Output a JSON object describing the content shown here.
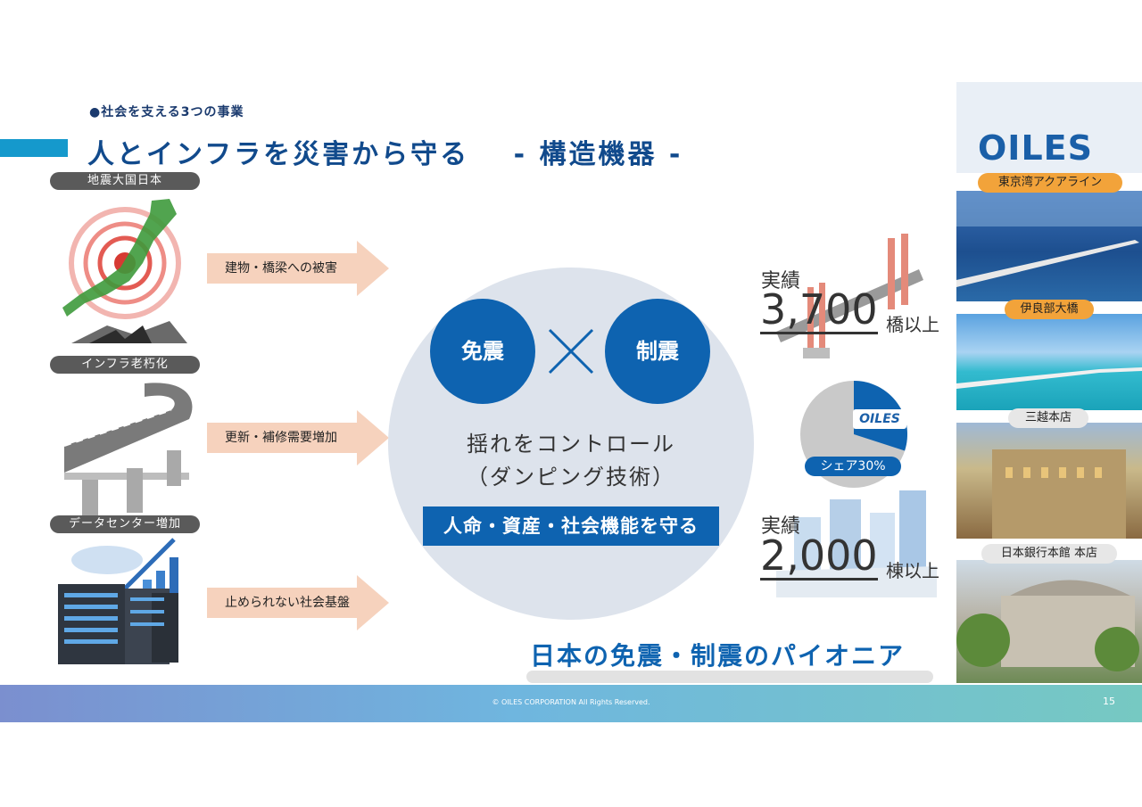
{
  "header": {
    "section": "●社会を支える3つの事業",
    "title": "人とインフラを災害から守る",
    "subtitle": "- 構造機器 -"
  },
  "left": {
    "pills": [
      "地震大国日本",
      "インフラ老朽化",
      "データセンター増加"
    ],
    "arrows": [
      "建物・橋梁への被害",
      "更新・補修需要増加",
      "止められない社会基盤"
    ]
  },
  "center": {
    "left_circle": "免震",
    "right_circle": "制震",
    "line1": "揺れをコントロール",
    "line2": "（ダンピング技術）",
    "banner": "人命・資産・社会機能を守る"
  },
  "stats": {
    "bridges": {
      "label": "実績",
      "value": "3,700",
      "unit": "橋以上"
    },
    "buildings": {
      "label": "実績",
      "value": "2,000",
      "unit": "棟以上"
    },
    "share_label": "シェア30%",
    "share_percent": 30,
    "share_logo": "OILES"
  },
  "pioneer": "日本の免震・制震のパイオニア",
  "brand": {
    "logo": "OILES",
    "color": "#1a5fa8",
    "accent": "#0a68b8"
  },
  "photos": [
    {
      "label": "東京湾アクアライン"
    },
    {
      "label": "伊良部大橋"
    },
    {
      "label": "三越本店"
    },
    {
      "label": "日本銀行本館 本店"
    }
  ],
  "footer": {
    "copyright": "© OILES CORPORATION All Rights Reserved.",
    "page": "15"
  }
}
